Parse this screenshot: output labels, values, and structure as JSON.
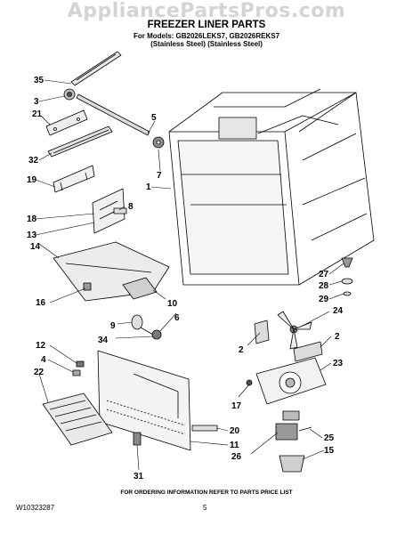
{
  "watermark": "AppliancePartsPros.com",
  "title": "FREEZER LINER PARTS",
  "models_line": "For Models: GB2026LEKS7, GB2026REKS7",
  "finish_line": "(Stainless Steel)   (Stainless Steel)",
  "footer_note": "FOR ORDERING INFORMATION REFER TO PARTS PRICE LIST",
  "doc_number": "W10323287",
  "page_number": "5",
  "callouts": [
    "35",
    "3",
    "21",
    "5",
    "32",
    "7",
    "19",
    "1",
    "18",
    "8",
    "13",
    "14",
    "27",
    "28",
    "29",
    "16",
    "10",
    "9",
    "6",
    "34",
    "24",
    "2",
    "2",
    "12",
    "4",
    "23",
    "22",
    "17",
    "31",
    "20",
    "11",
    "26",
    "25",
    "15"
  ]
}
